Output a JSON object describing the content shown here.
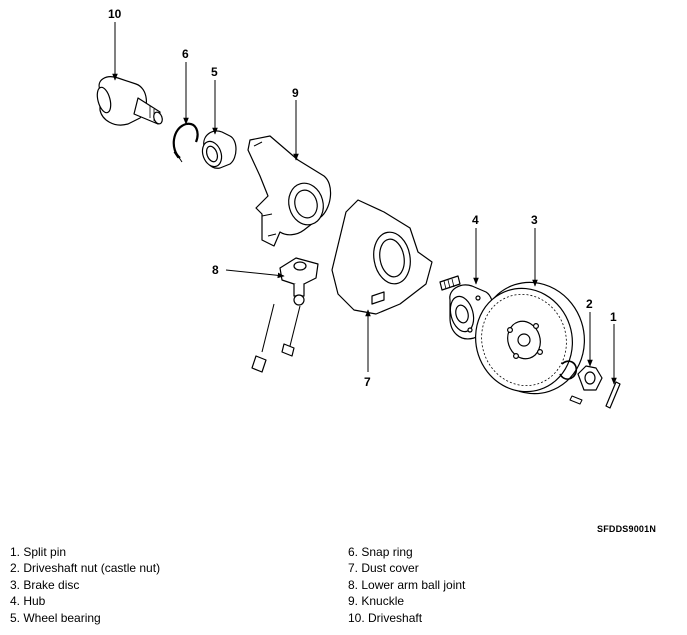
{
  "diagram_code": "SFDDS9001N",
  "callouts": [
    "1",
    "2",
    "3",
    "4",
    "5",
    "6",
    "7",
    "8",
    "9",
    "10"
  ],
  "legend_left": [
    "1. Split pin",
    "2. Driveshaft nut (castle nut)",
    "3. Brake disc",
    "4. Hub",
    "5. Wheel bearing"
  ],
  "legend_right": [
    "6. Snap ring",
    "7. Dust cover",
    "8. Lower arm ball joint",
    "9. Knuckle",
    "10. Driveshaft"
  ]
}
